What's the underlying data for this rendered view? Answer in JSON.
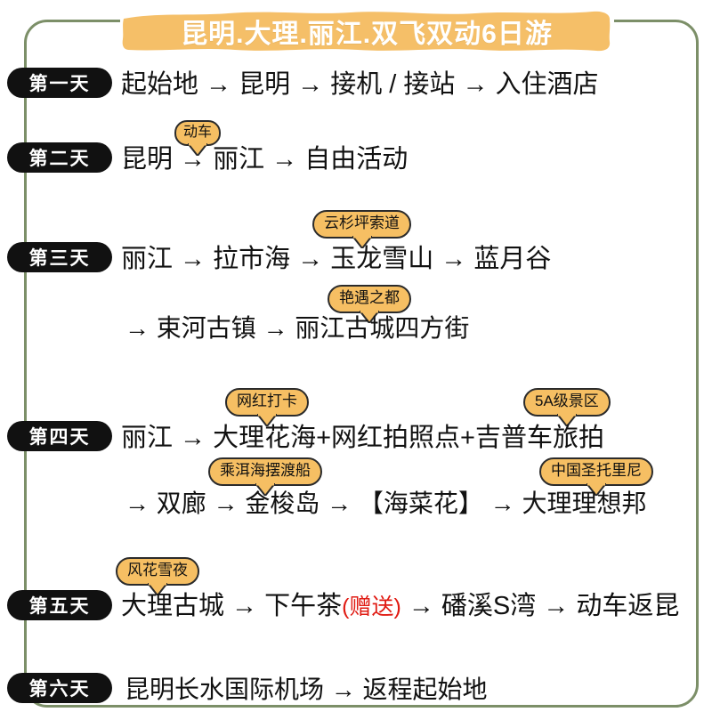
{
  "theme": {
    "frame_color": "#7c8f68",
    "banner_color": "#f5bf68",
    "bubble_color": "#f6bf63",
    "badge_color": "#111111",
    "accent_red": "#e01b13",
    "background": "#ffffff"
  },
  "header": {
    "title": "昆明.大理.丽江.双飞双动6日游"
  },
  "days": [
    {
      "badge": "第一天",
      "lines": [
        {
          "text": "起始地 → 昆明 → 接机 / 接站 → 入住酒店"
        }
      ],
      "bubbles": []
    },
    {
      "badge": "第二天",
      "lines": [
        {
          "text": "昆明 → 丽江 → 自由活动"
        }
      ],
      "bubbles": [
        {
          "label": "动车"
        }
      ]
    },
    {
      "badge": "第三天",
      "lines": [
        {
          "text": "丽江 → 拉市海 → 玉龙雪山 → 蓝月谷"
        },
        {
          "text": "→ 束河古镇 → 丽江古城四方街"
        }
      ],
      "bubbles": [
        {
          "label": "云杉坪索道"
        },
        {
          "label": "艳遇之都"
        }
      ]
    },
    {
      "badge": "第四天",
      "lines": [
        {
          "text": "丽江 → 大理花海+网红拍照点+吉普车旅拍"
        },
        {
          "text": "→ 双廊 → 金梭岛 → 【海菜花】 → 大理理想邦"
        }
      ],
      "bubbles": [
        {
          "label": "网红打卡"
        },
        {
          "label": "5A级景区"
        },
        {
          "label": "乘洱海摆渡船"
        },
        {
          "label": "中国圣托里尼"
        }
      ]
    },
    {
      "badge": "第五天",
      "lines": [
        {
          "text_before": "大理古城 → 下午茶",
          "gift": "(赠送)",
          "text_after": " → 磻溪S湾 → 动车返昆"
        }
      ],
      "bubbles": [
        {
          "label": "风花雪夜"
        }
      ]
    },
    {
      "badge": "第六天",
      "lines": [
        {
          "text": "昆明长水国际机场 → 返程起始地"
        }
      ],
      "bubbles": []
    }
  ]
}
